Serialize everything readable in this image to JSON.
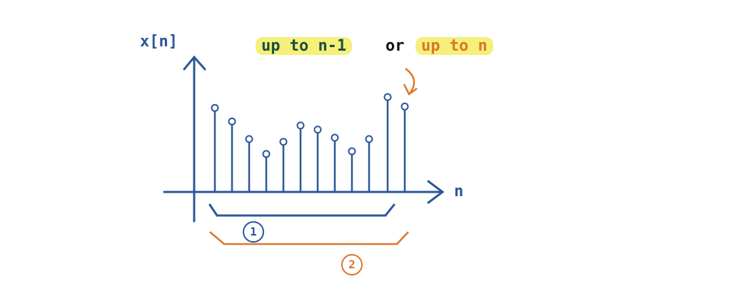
{
  "labels": {
    "y_axis": "x[n]",
    "x_axis": "n",
    "option1": "up to n-1",
    "connector": "or",
    "option2": "up to n",
    "bracket1": "1",
    "bracket2": "2"
  },
  "colors": {
    "blue": "#2b5797",
    "orange": "#d9772b",
    "green": "#1f4e3d",
    "highlight": "#f4f07a"
  },
  "samples": [
    0.62,
    0.52,
    0.39,
    0.28,
    0.37,
    0.49,
    0.46,
    0.4,
    0.3,
    0.39,
    0.7,
    0.63
  ]
}
